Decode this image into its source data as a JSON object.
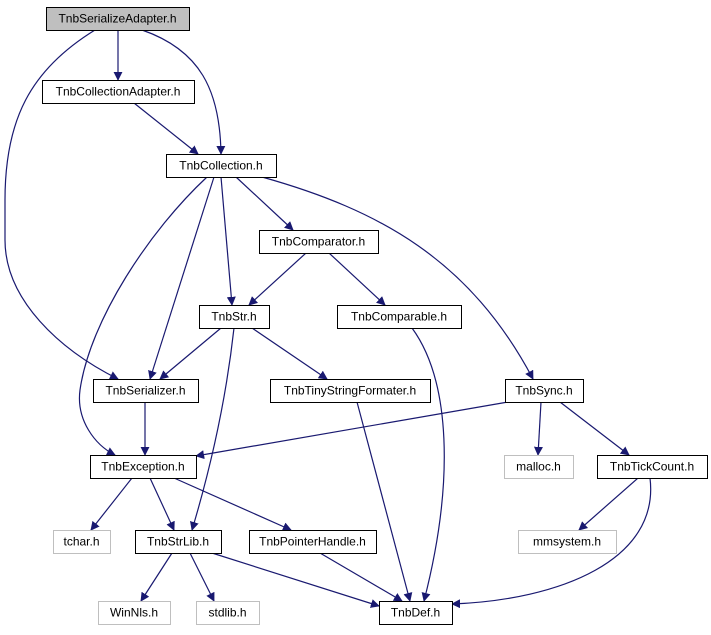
{
  "diagram": {
    "title": "",
    "nodes": [
      {
        "id": "serialize_adapter",
        "label": "TnbSerializeAdapter.h",
        "kind": "main"
      },
      {
        "id": "collection_adapter",
        "label": "TnbCollectionAdapter.h",
        "kind": "normal"
      },
      {
        "id": "collection",
        "label": "TnbCollection.h",
        "kind": "normal"
      },
      {
        "id": "comparator",
        "label": "TnbComparator.h",
        "kind": "normal"
      },
      {
        "id": "str",
        "label": "TnbStr.h",
        "kind": "normal"
      },
      {
        "id": "comparable",
        "label": "TnbComparable.h",
        "kind": "normal"
      },
      {
        "id": "serializer",
        "label": "TnbSerializer.h",
        "kind": "normal"
      },
      {
        "id": "tiny_string_formater",
        "label": "TnbTinyStringFormater.h",
        "kind": "normal"
      },
      {
        "id": "sync",
        "label": "TnbSync.h",
        "kind": "normal"
      },
      {
        "id": "exception",
        "label": "TnbException.h",
        "kind": "normal"
      },
      {
        "id": "malloc",
        "label": "malloc.h",
        "kind": "external"
      },
      {
        "id": "tick_count",
        "label": "TnbTickCount.h",
        "kind": "normal"
      },
      {
        "id": "tchar",
        "label": "tchar.h",
        "kind": "external"
      },
      {
        "id": "str_lib",
        "label": "TnbStrLib.h",
        "kind": "normal"
      },
      {
        "id": "pointer_handle",
        "label": "TnbPointerHandle.h",
        "kind": "normal"
      },
      {
        "id": "mmsystem",
        "label": "mmsystem.h",
        "kind": "external"
      },
      {
        "id": "winnls",
        "label": "WinNls.h",
        "kind": "external"
      },
      {
        "id": "stdlib",
        "label": "stdlib.h",
        "kind": "external"
      },
      {
        "id": "def",
        "label": "TnbDef.h",
        "kind": "normal"
      }
    ],
    "edges": [
      {
        "from": "serialize_adapter",
        "to": "collection_adapter"
      },
      {
        "from": "serialize_adapter",
        "to": "collection"
      },
      {
        "from": "serialize_adapter",
        "to": "serializer"
      },
      {
        "from": "collection_adapter",
        "to": "collection"
      },
      {
        "from": "collection",
        "to": "comparator"
      },
      {
        "from": "collection",
        "to": "str"
      },
      {
        "from": "collection",
        "to": "serializer"
      },
      {
        "from": "collection",
        "to": "exception"
      },
      {
        "from": "collection",
        "to": "sync"
      },
      {
        "from": "comparator",
        "to": "str"
      },
      {
        "from": "comparator",
        "to": "comparable"
      },
      {
        "from": "str",
        "to": "serializer"
      },
      {
        "from": "str",
        "to": "tiny_string_formater"
      },
      {
        "from": "str",
        "to": "str_lib"
      },
      {
        "from": "comparable",
        "to": "def"
      },
      {
        "from": "serializer",
        "to": "exception"
      },
      {
        "from": "tiny_string_formater",
        "to": "def"
      },
      {
        "from": "sync",
        "to": "exception"
      },
      {
        "from": "sync",
        "to": "malloc"
      },
      {
        "from": "sync",
        "to": "tick_count"
      },
      {
        "from": "exception",
        "to": "tchar"
      },
      {
        "from": "exception",
        "to": "str_lib"
      },
      {
        "from": "exception",
        "to": "pointer_handle"
      },
      {
        "from": "tick_count",
        "to": "mmsystem"
      },
      {
        "from": "tick_count",
        "to": "def"
      },
      {
        "from": "str_lib",
        "to": "winnls"
      },
      {
        "from": "str_lib",
        "to": "stdlib"
      },
      {
        "from": "str_lib",
        "to": "def"
      },
      {
        "from": "pointer_handle",
        "to": "def"
      }
    ]
  },
  "colors": {
    "edge": "#191970",
    "main_fill": "#bfbfbf",
    "node_border": "#000000",
    "external_border": "#bfbfbf"
  }
}
